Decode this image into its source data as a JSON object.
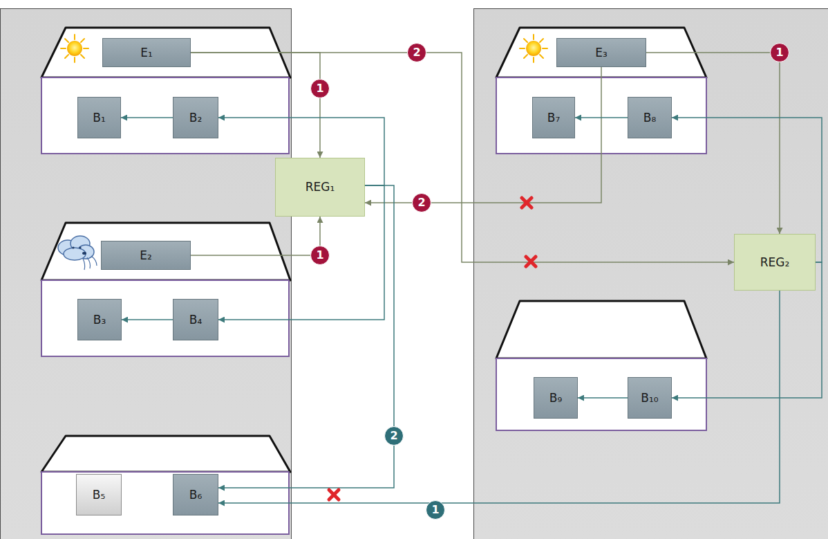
{
  "diagram": {
    "nodes": [
      {
        "text": [
          "E₁"
        ]
      },
      {
        "text": [
          "B₁"
        ]
      },
      {
        "text": [
          "B₂"
        ]
      },
      {
        "text": [
          "REG₁"
        ]
      },
      {
        "text": [
          "E₂"
        ]
      },
      {
        "text": [
          "B₃"
        ]
      },
      {
        "text": [
          "B₄"
        ]
      },
      {
        "text": [
          "B₅"
        ]
      },
      {
        "text": [
          "B₆"
        ]
      },
      {
        "text": [
          "E₃"
        ]
      },
      {
        "text": [
          "B₇"
        ]
      },
      {
        "text": [
          "B₈"
        ]
      },
      {
        "text": [
          "REG₂"
        ]
      },
      {
        "text": [
          "B₉"
        ]
      },
      {
        "text": [
          "B₁₀"
        ]
      }
    ],
    "edges": [
      {
        "from": 0,
        "to": 3,
        "arrow": "to",
        "label": "1"
      },
      {
        "from": 0,
        "to": 12,
        "arrow": "to",
        "label": "2"
      },
      {
        "from": 4,
        "to": 3,
        "arrow": "to",
        "label": "1"
      },
      {
        "from": 9,
        "to": 12,
        "arrow": "to",
        "label": "1"
      },
      {
        "from": 9,
        "to": 3,
        "arrow": "to",
        "label": "2"
      },
      {
        "from": 3,
        "to": 2,
        "arrow": "to"
      },
      {
        "from": 3,
        "to": 6,
        "arrow": "to"
      },
      {
        "from": 3,
        "to": 8,
        "arrow": "to",
        "label": "2"
      },
      {
        "from": 12,
        "to": 8,
        "arrow": "to",
        "label": "1"
      },
      {
        "from": 12,
        "to": 11,
        "arrow": "to"
      },
      {
        "from": 12,
        "to": 14,
        "arrow": "to"
      },
      {
        "from": 2,
        "to": 1,
        "arrow": "to"
      },
      {
        "from": 6,
        "to": 5,
        "arrow": "to"
      },
      {
        "from": 11,
        "to": 10,
        "arrow": "to"
      },
      {
        "from": 14,
        "to": 13,
        "arrow": "to"
      }
    ]
  }
}
